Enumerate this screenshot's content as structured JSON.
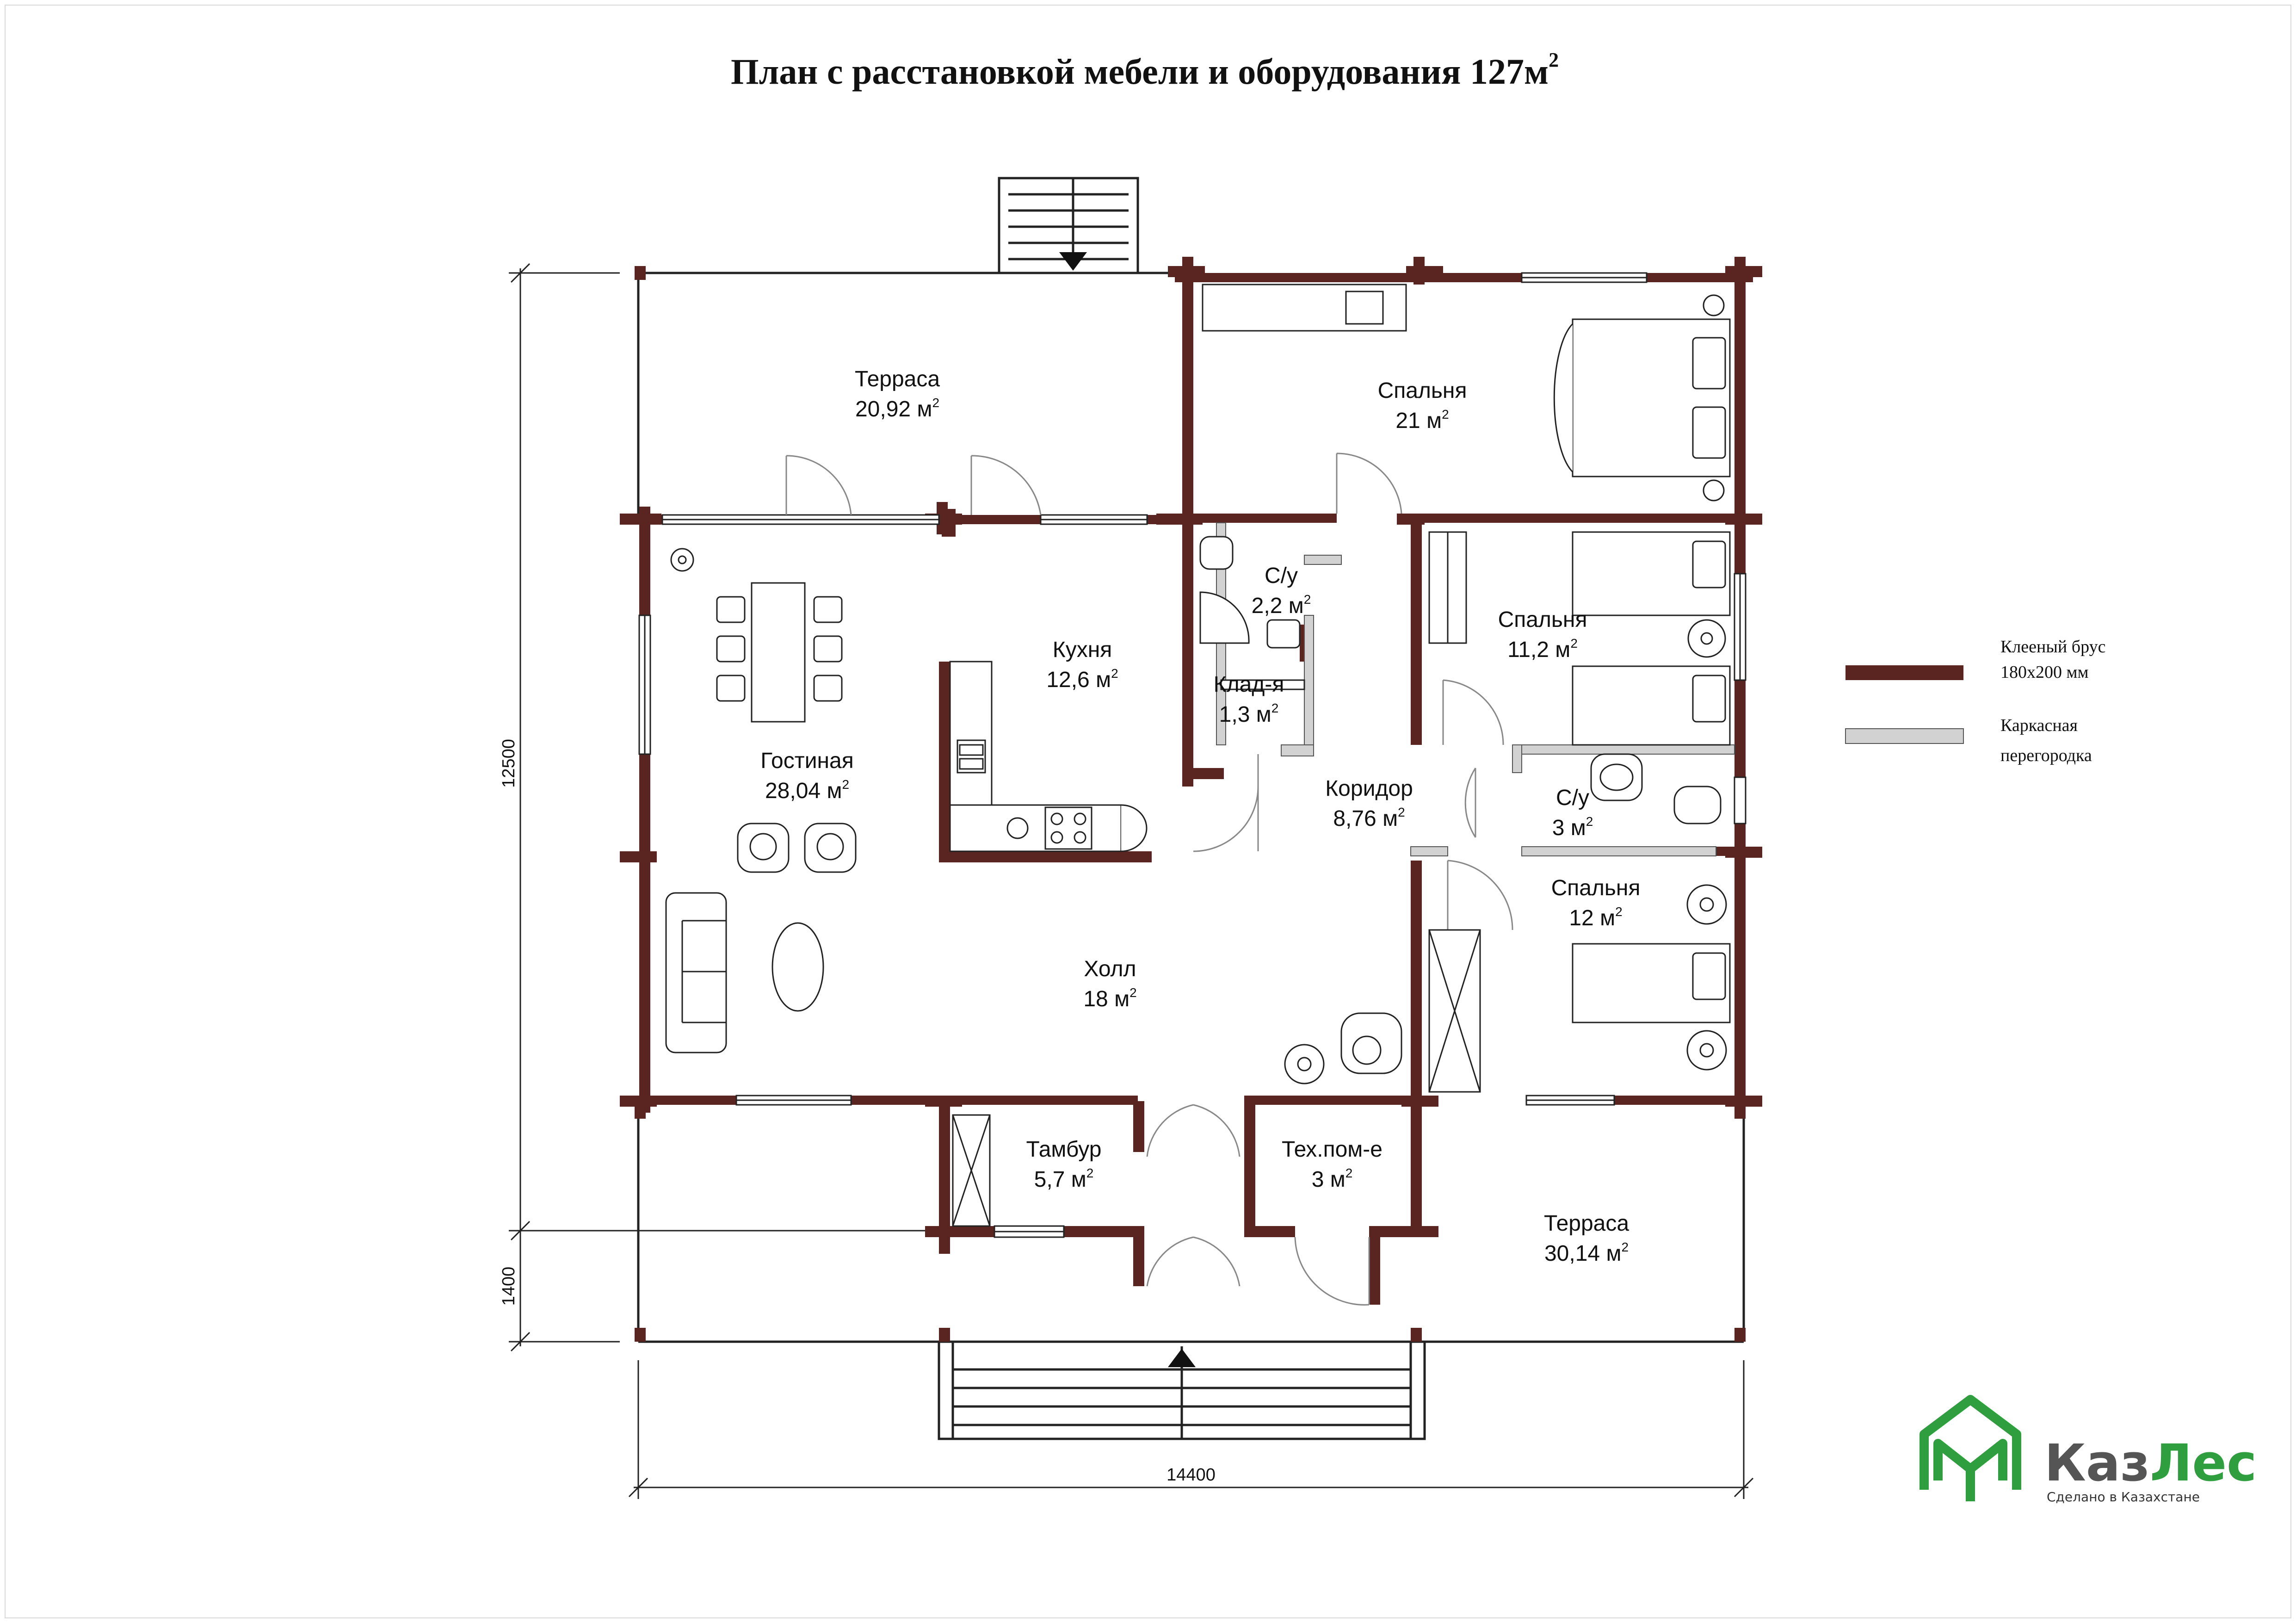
{
  "title": {
    "text": "План с расстановкой мебели и оборудования 127м",
    "sup": "2"
  },
  "rooms": [
    {
      "id": "terrace-top",
      "name": "Терраса",
      "area": "20,92 м",
      "sup": "2"
    },
    {
      "id": "bedroom-1",
      "name": "Спальня",
      "area": "21 м",
      "sup": "2"
    },
    {
      "id": "wc-1",
      "name": "С/у",
      "area": "2,2 м",
      "sup": "2"
    },
    {
      "id": "bedroom-2",
      "name": "Спальня",
      "area": "11,2 м",
      "sup": "2"
    },
    {
      "id": "kitchen",
      "name": "Кухня",
      "area": "12,6 м",
      "sup": "2"
    },
    {
      "id": "storage",
      "name": "Клад-я",
      "area": "1,3 м",
      "sup": "2"
    },
    {
      "id": "living",
      "name": "Гостиная",
      "area": "28,04 м",
      "sup": "2"
    },
    {
      "id": "corridor",
      "name": "Коридор",
      "area": "8,76 м",
      "sup": "2"
    },
    {
      "id": "wc-2",
      "name": "С/у",
      "area": "3 м",
      "sup": "2"
    },
    {
      "id": "bedroom-3",
      "name": "Спальня",
      "area": "12 м",
      "sup": "2"
    },
    {
      "id": "hall",
      "name": "Холл",
      "area": "18 м",
      "sup": "2"
    },
    {
      "id": "vestibule",
      "name": "Тамбур",
      "area": "5,7 м",
      "sup": "2"
    },
    {
      "id": "tech-room",
      "name": "Тех.пом-е",
      "area": "3 м",
      "sup": "2"
    },
    {
      "id": "terrace-bottom",
      "name": "Терраса",
      "area": "30,14 м",
      "sup": "2"
    }
  ],
  "dimensions": {
    "height_main": "12500",
    "height_terrace": "1400",
    "width": "14400"
  },
  "legend": [
    {
      "line1": "Клееный  брус",
      "line2": "180х200 мм",
      "color": "#5a2420"
    },
    {
      "line1": "Каркасная",
      "line2": "перегородка",
      "color": "#d2d2d2"
    }
  ],
  "logo": {
    "name_a": "Каз",
    "name_b": "Лес",
    "tagline": "Сделано  в  Казахстане",
    "color_a": "#555555",
    "color_b": "#2e9e3e"
  },
  "colors": {
    "wall": "#5a2420",
    "partition": "#d2d2d2"
  }
}
